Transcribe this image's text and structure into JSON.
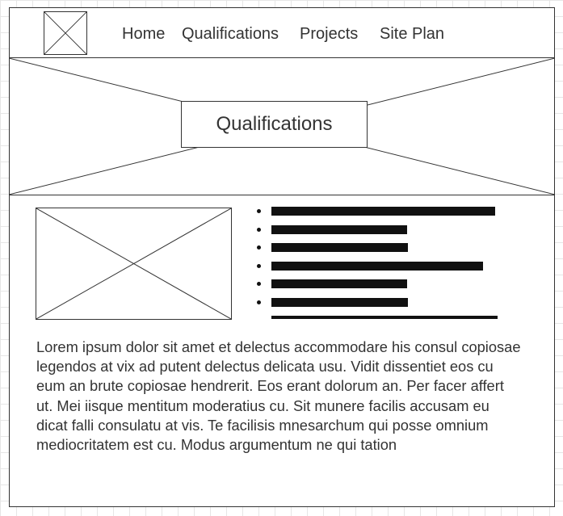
{
  "nav": {
    "items": [
      {
        "label": "Home"
      },
      {
        "label": "Qualifications"
      },
      {
        "label": "Projects"
      },
      {
        "label": "Site Plan"
      }
    ]
  },
  "hero": {
    "title": "Qualifications"
  },
  "content": {
    "bullet_count": 6,
    "paragraph": "Lorem ipsum dolor sit amet et delectus accommodare his consul copiosae legendos at vix ad putent delectus delicata usu. Vidit dissentiet eos cu eum an brute copiosae hendrerit. Eos erant dolorum an. Per facer affert ut. Mei iisque mentitum moderatius cu. Sit munere facilis accusam eu dicat falli consulatu at vis. Te facilisis mnesarchum qui posse omnium mediocritatem est cu. Modus argumentum ne qui tation"
  },
  "colors": {
    "stroke": "#333333",
    "bar": "#111111",
    "grid": "#e6e6e6"
  },
  "icons": {
    "logo": "image-placeholder-icon",
    "hero": "image-placeholder-icon",
    "content_image": "image-placeholder-icon"
  }
}
